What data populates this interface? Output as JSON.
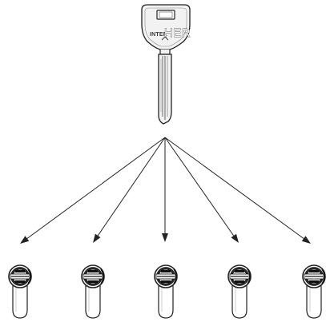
{
  "key": {
    "brand_prefix": "INTER",
    "brand_main": "HER",
    "icon": "master-key-icon"
  },
  "arrows": {
    "count": 5,
    "icon": "arrow-icon"
  },
  "cylinders": {
    "count": 5,
    "icon": "lock-cylinder-icon"
  },
  "colors": {
    "line": "#222222",
    "key_fill": "#f2f2f2",
    "lock_dark": "#1a1a1a",
    "background": "#ffffff"
  }
}
